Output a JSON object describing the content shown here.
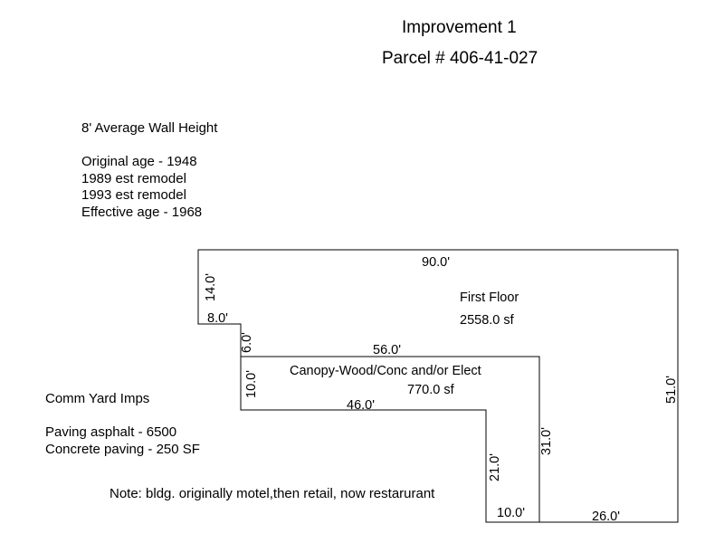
{
  "header": {
    "title": "Improvement 1",
    "parcel": "Parcel # 406-41-027"
  },
  "notes_top": {
    "wall_height": "8' Average Wall Height",
    "original_age": "Original age - 1948",
    "remodel_1": "1989 est remodel",
    "remodel_2": "1993 est remodel",
    "effective_age": "Effective age - 1968"
  },
  "notes_left": {
    "yard_title": "Comm Yard Imps",
    "paving_asphalt": "Paving asphalt - 6500",
    "concrete_paving": "Concrete paving - 250 SF"
  },
  "note_bottom": "Note: bldg. originally motel,then retail, now restarurant",
  "first_floor": {
    "label": "First Floor",
    "area": "2558.0 sf"
  },
  "canopy": {
    "label": "Canopy-Wood/Conc and/or Elect",
    "area": "770.0 sf"
  },
  "dimensions": {
    "top": "90.0'",
    "left_upper": "14.0'",
    "step_horizontal": "8.0'",
    "step_vertical": "6.0'",
    "canopy_top": "56.0'",
    "canopy_left": "10.0'",
    "canopy_bottom": "46.0'",
    "lower_vertical": "21.0'",
    "canopy_right": "31.0'",
    "bottom_left": "10.0'",
    "bottom_right": "26.0'",
    "right": "51.0'"
  }
}
